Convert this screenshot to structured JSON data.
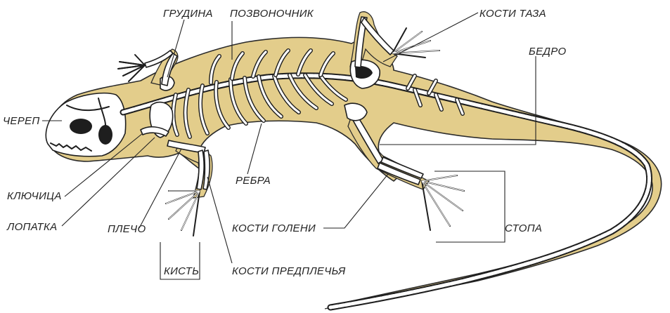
{
  "colors": {
    "body_fill": "#e3cd8b",
    "body_outline": "#2a2a2a",
    "bone": "#ffffff",
    "ink": "#1e1e1e",
    "label": "#222222",
    "background": "#ffffff"
  },
  "labels": {
    "sternum": "ГРУДИНА",
    "spine": "ПОЗВОНОЧНИК",
    "pelvis": "КОСТИ ТАЗА",
    "femur": "БЕДРО",
    "skull": "ЧЕРЕП",
    "clavicle": "КЛЮЧИЦА",
    "scapula": "ЛОПАТКА",
    "humerus": "ПЛЕЧО",
    "ribs": "РЕБРА",
    "shin_bones": "КОСТИ ГОЛЕНИ",
    "foot": "СТОПА",
    "hand": "КИСТЬ",
    "forearm_bones": "КОСТИ ПРЕДПЛЕЧЬЯ"
  }
}
